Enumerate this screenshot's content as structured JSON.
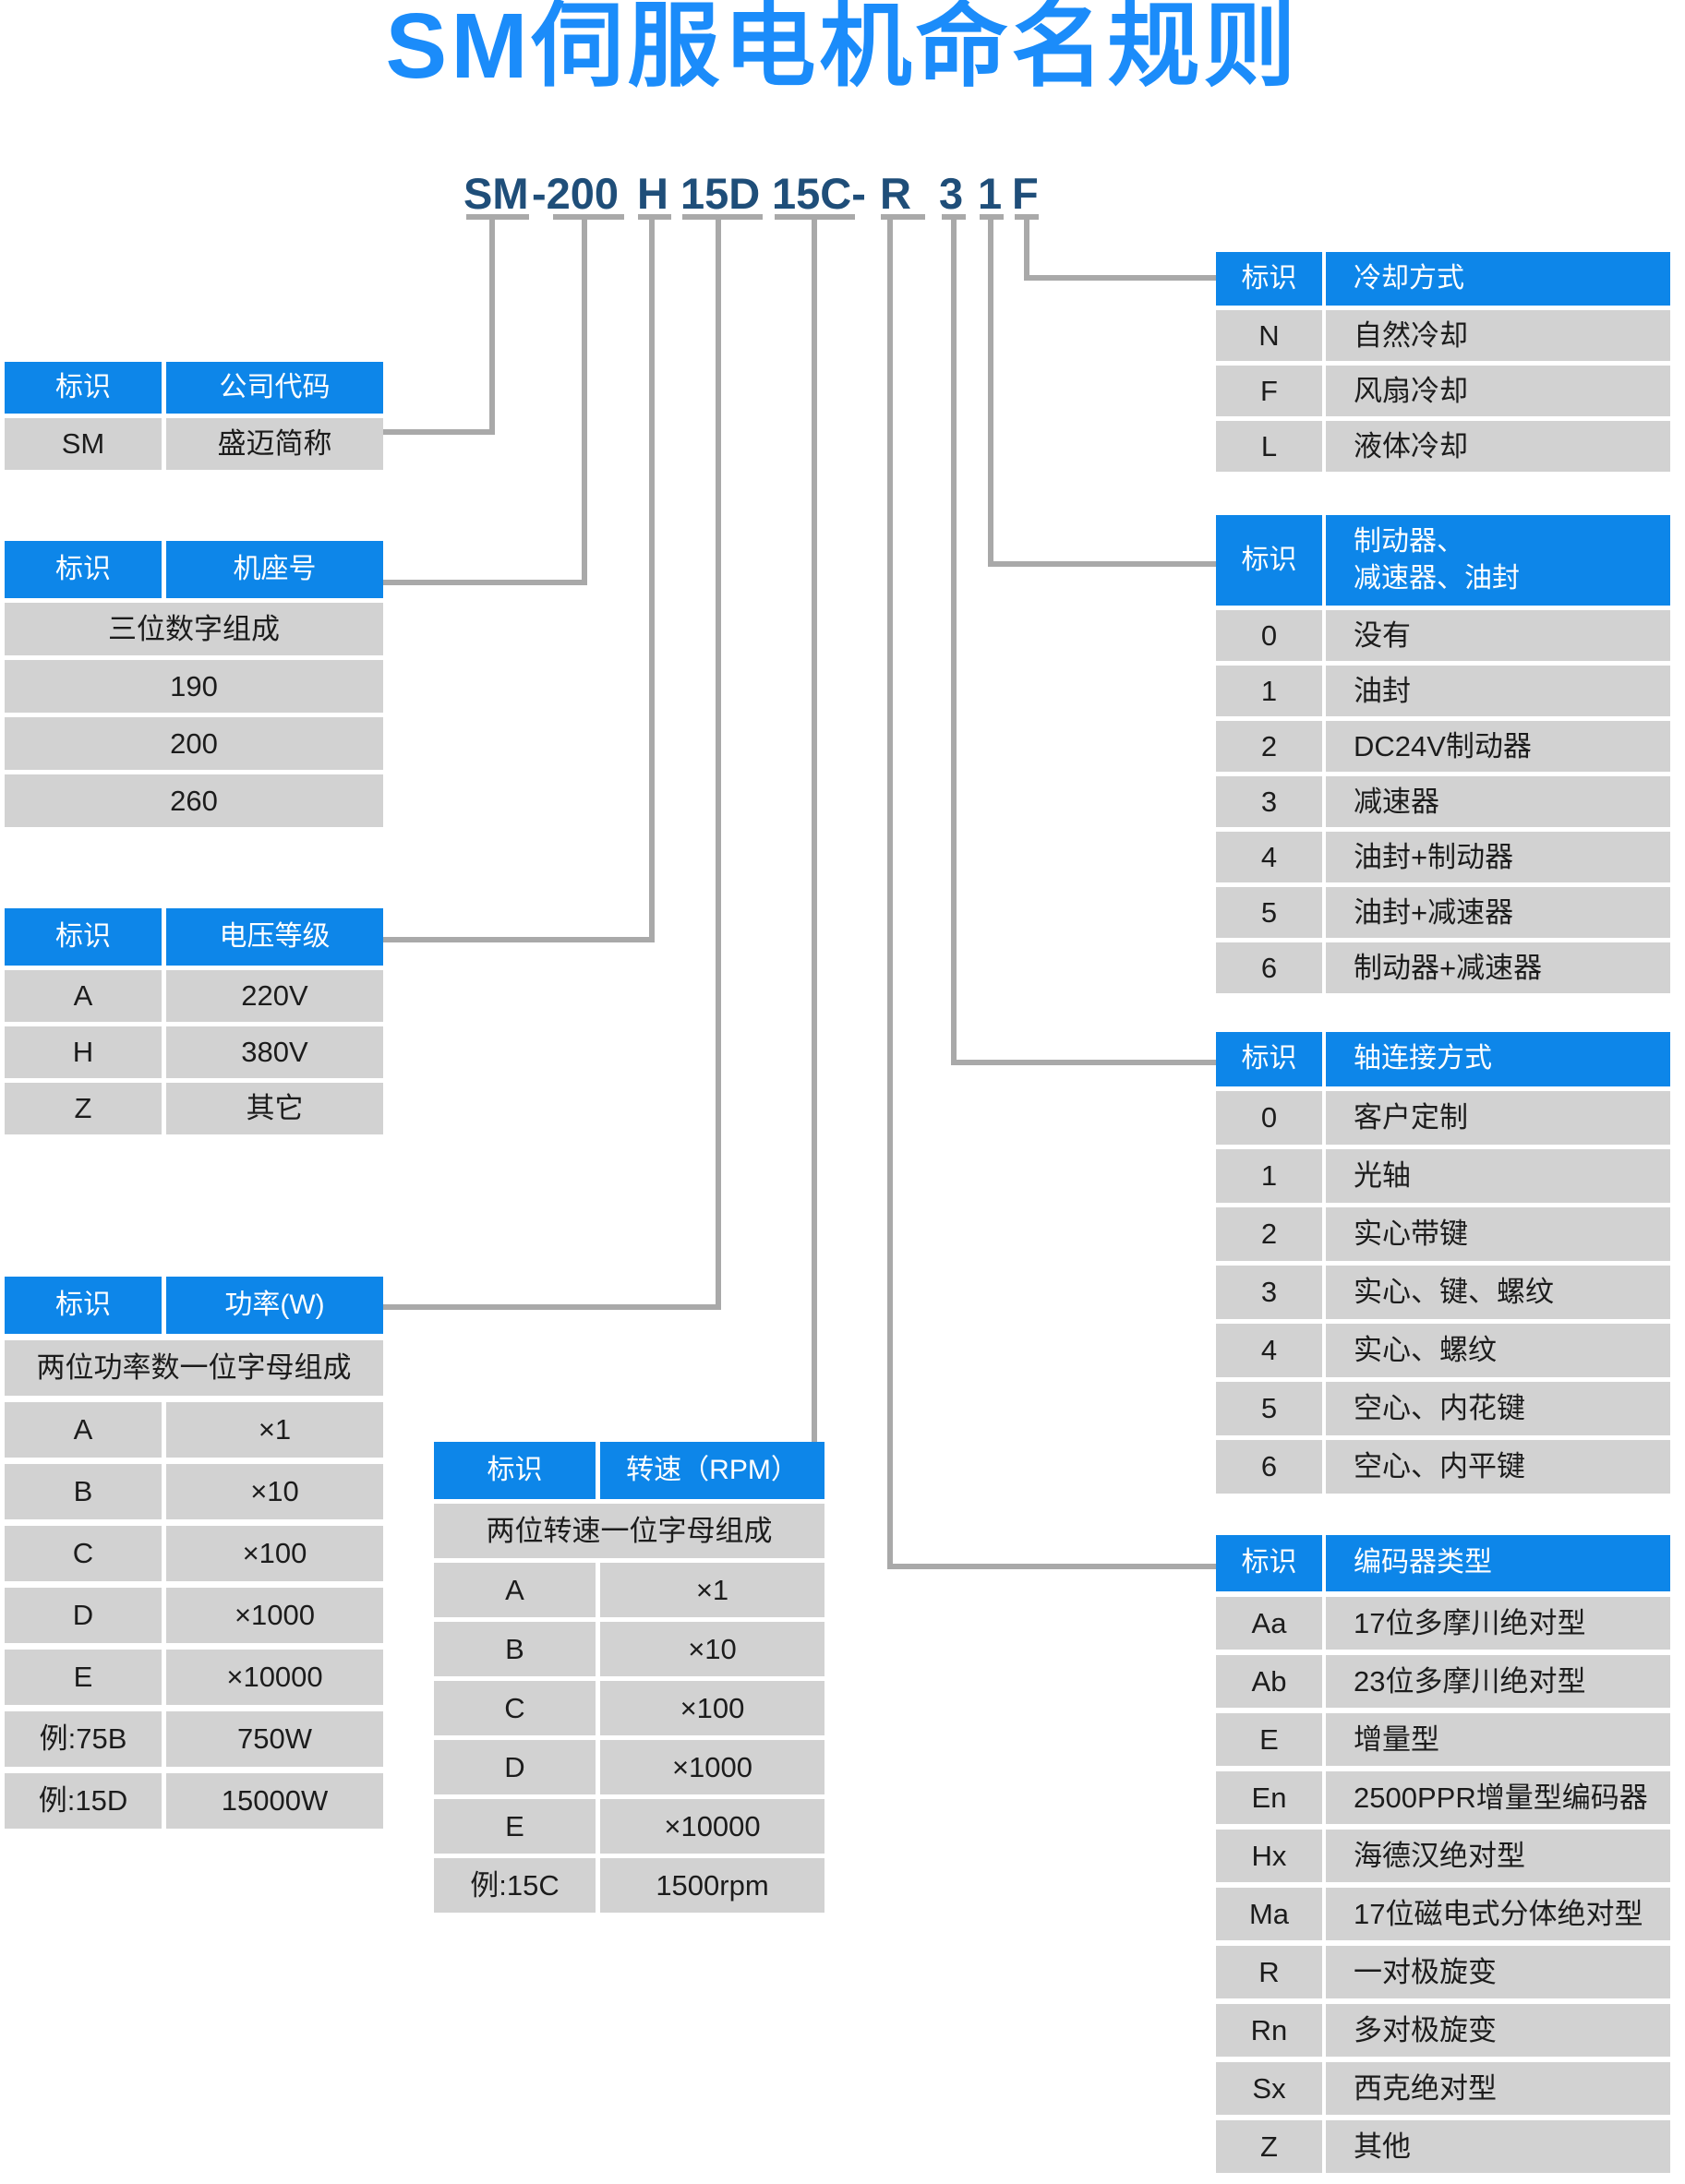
{
  "title": "SM伺服电机命名规则",
  "model_code": {
    "full": "SM-200 H 15D 15C- R 3 1 F",
    "segments": [
      "SM",
      "-200",
      "H",
      "15D",
      "15C-",
      "R",
      "3",
      "1",
      "F"
    ]
  },
  "colors": {
    "title_blue": "#1b8cfa",
    "header_blue": "#0d86e9",
    "row_gray": "#d2d2d2",
    "code_navy": "#1f4e79",
    "connector_gray": "#a9a9a9"
  },
  "tables": {
    "company": {
      "header": [
        "标识",
        "公司代码"
      ],
      "rows": [
        [
          "SM",
          "盛迈简称"
        ]
      ]
    },
    "frame": {
      "header": [
        "标识",
        "机座号"
      ],
      "full_rows": [
        "三位数字组成",
        "190",
        "200",
        "260"
      ]
    },
    "voltage": {
      "header": [
        "标识",
        "电压等级"
      ],
      "rows": [
        [
          "A",
          "220V"
        ],
        [
          "H",
          "380V"
        ],
        [
          "Z",
          "其它"
        ]
      ]
    },
    "power": {
      "header": [
        "标识",
        "功率(W)"
      ],
      "note": "两位功率数一位字母组成",
      "rows": [
        [
          "A",
          "×1"
        ],
        [
          "B",
          "×10"
        ],
        [
          "C",
          "×100"
        ],
        [
          "D",
          "×1000"
        ],
        [
          "E",
          "×10000"
        ],
        [
          "例:75B",
          "750W"
        ],
        [
          "例:15D",
          "15000W"
        ]
      ]
    },
    "speed": {
      "header": [
        "标识",
        "转速（RPM）"
      ],
      "note": "两位转速一位字母组成",
      "rows": [
        [
          "A",
          "×1"
        ],
        [
          "B",
          "×10"
        ],
        [
          "C",
          "×100"
        ],
        [
          "D",
          "×1000"
        ],
        [
          "E",
          "×10000"
        ],
        [
          "例:15C",
          "1500rpm"
        ]
      ]
    },
    "cooling": {
      "header": [
        "标识",
        "冷却方式"
      ],
      "rows": [
        [
          "N",
          "自然冷却"
        ],
        [
          "F",
          "风扇冷却"
        ],
        [
          "L",
          "液体冷却"
        ]
      ]
    },
    "brake": {
      "header_label": "标识",
      "header_lines": [
        "制动器、",
        "减速器、油封"
      ],
      "rows": [
        [
          "0",
          "没有"
        ],
        [
          "1",
          "油封"
        ],
        [
          "2",
          "DC24V制动器"
        ],
        [
          "3",
          "减速器"
        ],
        [
          "4",
          "油封+制动器"
        ],
        [
          "5",
          "油封+减速器"
        ],
        [
          "6",
          "制动器+减速器"
        ]
      ]
    },
    "shaft": {
      "header": [
        "标识",
        "轴连接方式"
      ],
      "rows": [
        [
          "0",
          "客户定制"
        ],
        [
          "1",
          "光轴"
        ],
        [
          "2",
          "实心带键"
        ],
        [
          "3",
          "实心、键、螺纹"
        ],
        [
          "4",
          "实心、螺纹"
        ],
        [
          "5",
          "空心、内花键"
        ],
        [
          "6",
          "空心、内平键"
        ]
      ]
    },
    "encoder": {
      "header": [
        "标识",
        "编码器类型"
      ],
      "rows": [
        [
          "Aa",
          "17位多摩川绝对型"
        ],
        [
          "Ab",
          "23位多摩川绝对型"
        ],
        [
          "E",
          "增量型"
        ],
        [
          "En",
          "2500PPR增量型编码器"
        ],
        [
          "Hx",
          "海德汉绝对型"
        ],
        [
          "Ma",
          "17位磁电式分体绝对型"
        ],
        [
          "R",
          "一对极旋变"
        ],
        [
          "Rn",
          "多对极旋变"
        ],
        [
          "Sx",
          "西克绝对型"
        ],
        [
          "Z",
          "其他"
        ]
      ]
    }
  }
}
